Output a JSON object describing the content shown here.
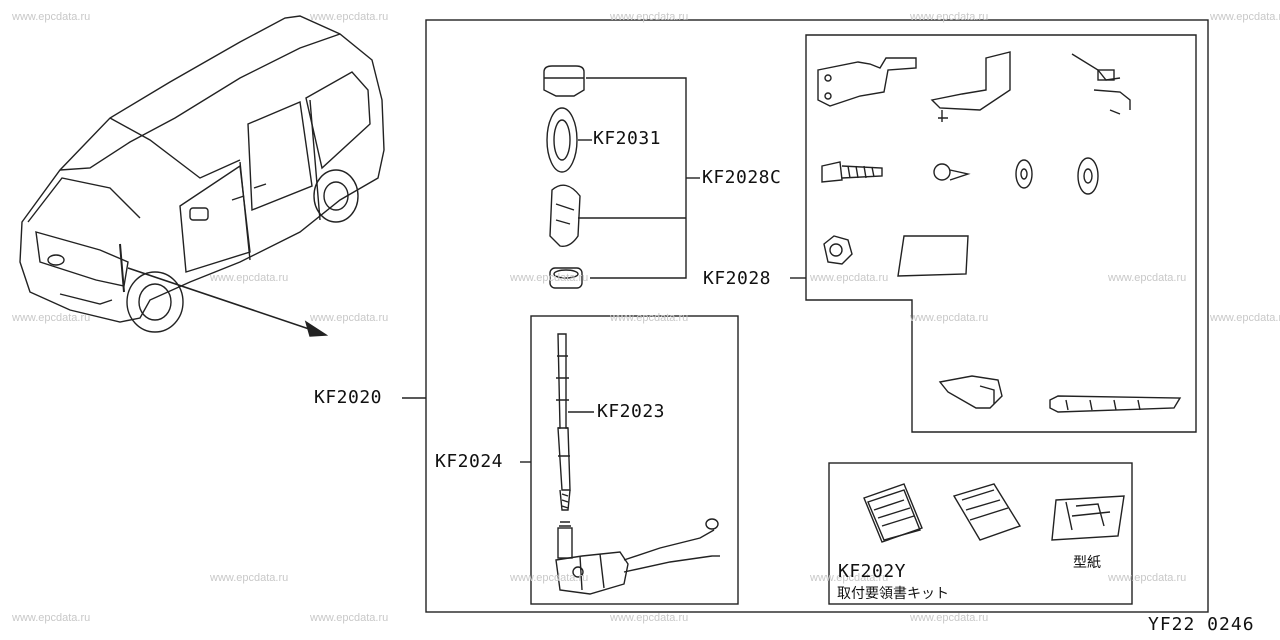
{
  "watermark": "www.epcdata.ru",
  "labels": {
    "kf2020": "KF2020",
    "kf2024": "KF2024",
    "kf2023": "KF2023",
    "kf2031": "KF2031",
    "kf2028c": "KF2028C",
    "kf2028": "KF2028",
    "kf202y": "KF202Y",
    "kit_jp": "取付要領書キット",
    "template_jp": "型紙"
  },
  "diagram_code": "YF22 0246"
}
